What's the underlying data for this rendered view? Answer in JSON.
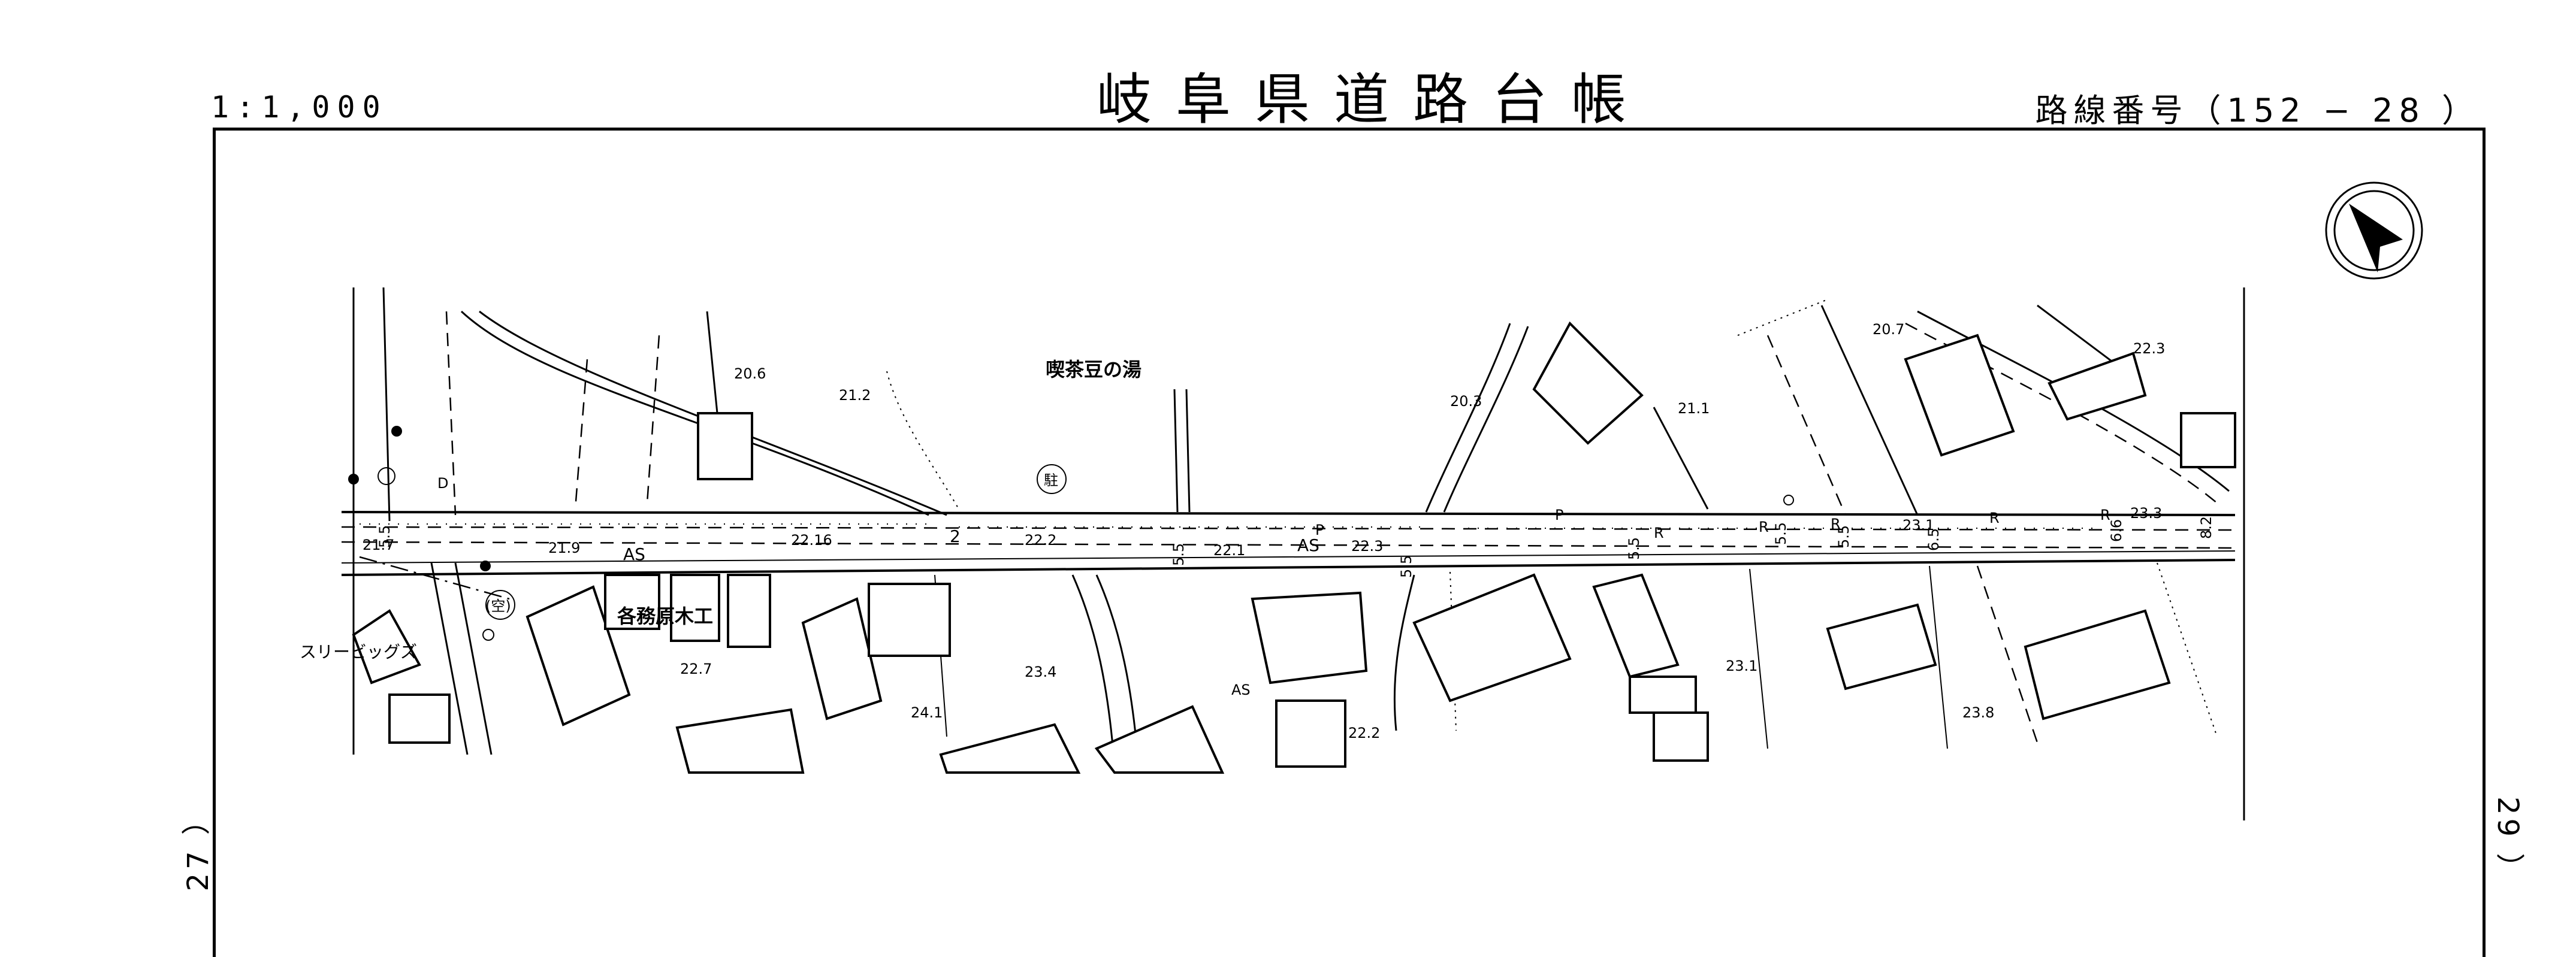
{
  "header": {
    "scale": "1:1,000",
    "title": "岐阜県道路台帳",
    "route_label": "路線番号（152 − 28 ）"
  },
  "side_labels": {
    "left": "27 ）",
    "right": "29 ）"
  },
  "map": {
    "place_names": [
      "喫茶豆の湯",
      "各務原木工",
      "スリービッグズ"
    ],
    "symbols": [
      "(空)",
      "駐"
    ],
    "surface_labels": [
      "AS",
      "AS",
      "AS"
    ],
    "elevations": [
      "20.6",
      "21.2",
      "20.3",
      "21.1",
      "20.7",
      "22.3",
      "21.7",
      "21.9",
      "22.16",
      "22.2",
      "22.1",
      "22.3",
      "23.1",
      "23.3",
      "22.7",
      "23.4",
      "24.1",
      "22.2",
      "23.1",
      "23.8"
    ],
    "widths": [
      "5.5",
      "5.5",
      "5.5",
      "5.5",
      "5.5",
      "5.5",
      "6.6",
      "8.2",
      "6.5"
    ],
    "marks": [
      "P",
      "P",
      "R",
      "R",
      "R",
      "R",
      "R",
      "2",
      "D"
    ]
  }
}
